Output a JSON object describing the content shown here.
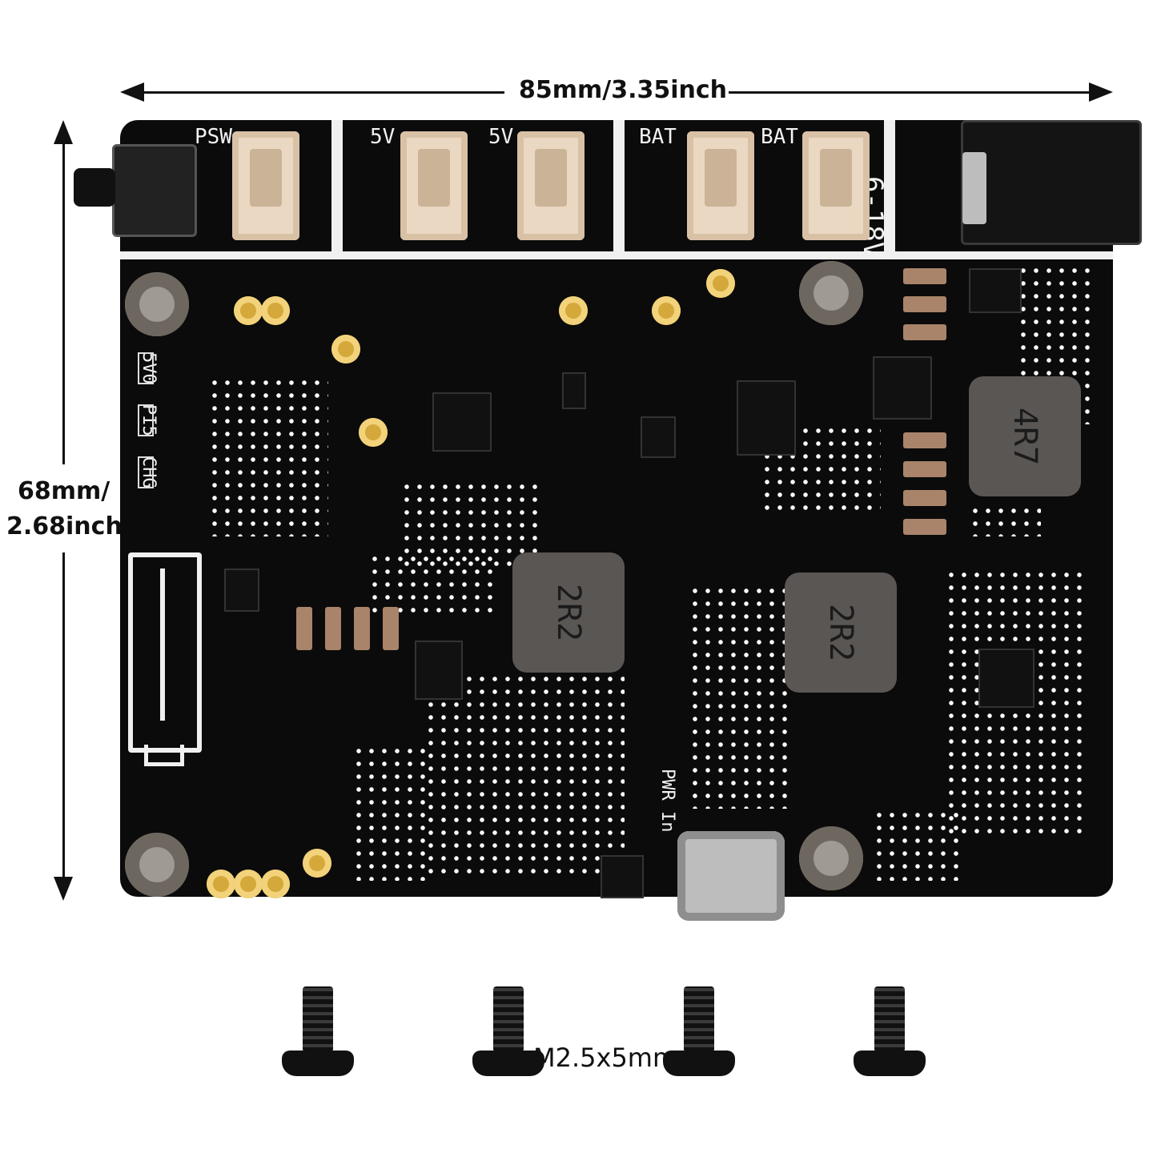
{
  "dimensions": {
    "width_label": "85mm/3.35inch",
    "height_label_line1": "68mm/",
    "height_label_line2": "2.68inch"
  },
  "board_labels": {
    "psw": "PSW",
    "v5_a": "5V",
    "v5_b": "5V",
    "bat_a": "BAT",
    "bat_b": "BAT",
    "voltage": "6-18V",
    "led1": "5V0",
    "led2": "PI5",
    "led3": "CHG",
    "pwr_in": "PWR In",
    "inductor1": "2R2",
    "inductor2": "2R2",
    "inductor3": "4R7"
  },
  "screws": {
    "label": "M2.5x5mm"
  }
}
